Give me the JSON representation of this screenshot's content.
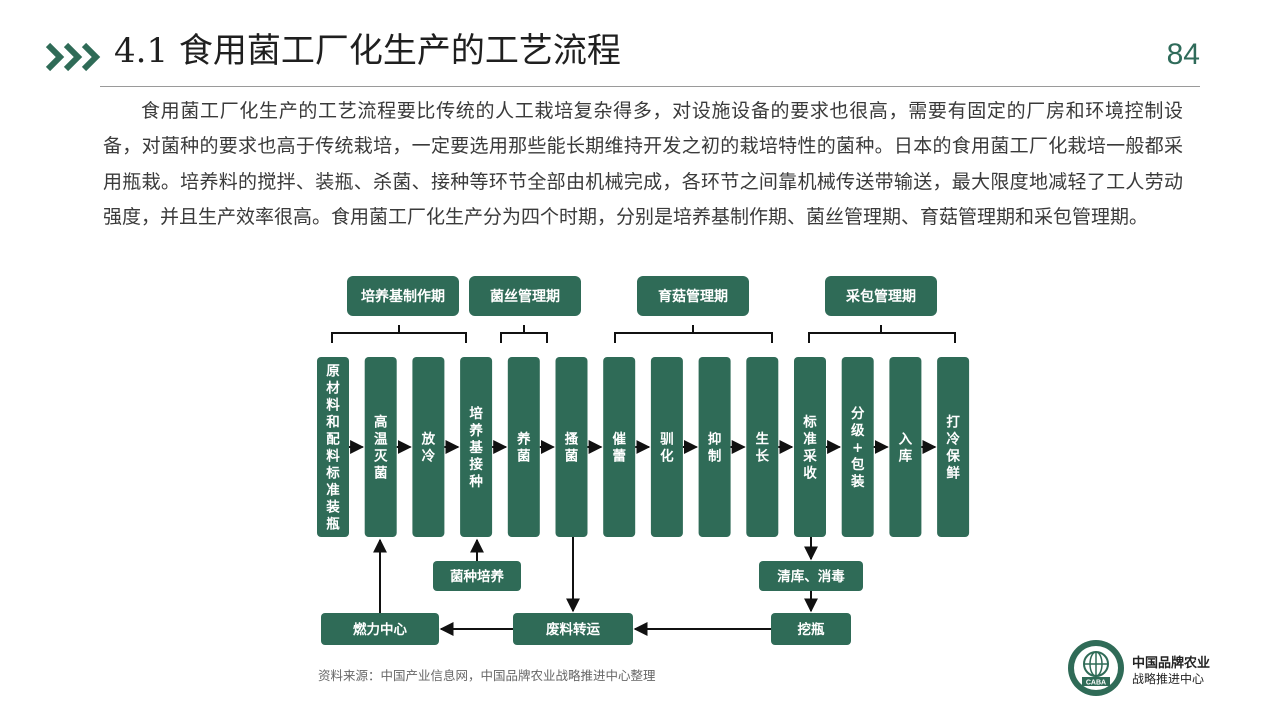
{
  "header": {
    "title": "4.1  食用菌工厂化生产的工艺流程",
    "page_number": "84"
  },
  "body": {
    "paragraph": "食用菌工厂化生产的工艺流程要比传统的人工栽培复杂得多，对设施设备的要求也很高，需要有固定的厂房和环境控制设备，对菌种的要求也高于传统栽培，一定要选用那些能长期维持开发之初的栽培特性的菌种。日本的食用菌工厂化栽培一般都采用瓶栽。培养料的搅拌、装瓶、杀菌、接种等环节全部由机械完成，各环节之间靠机械传送带输送，最大限度地减轻了工人劳动强度，并且生产效率很高。食用菌工厂化生产分为四个时期，分别是培养基制作期、菌丝管理期、育菇管理期和采包管理期。"
  },
  "diagram": {
    "stages": [
      "培养基制作期",
      "菌丝管理期",
      "育菇管理期",
      "采包管理期"
    ],
    "steps": [
      "原材料和配料标准装瓶",
      "高温灭菌",
      "放冷",
      "培养基接种",
      "养菌",
      "搔菌",
      "催蕾",
      "驯化",
      "抑制",
      "生长",
      "标准采收",
      "分级+包装",
      "入库",
      "打冷保鲜"
    ],
    "aux": {
      "strain": "菌种培养",
      "clean": "清库、消毒",
      "dig": "挖瓶",
      "waste": "废料转运",
      "fuel": "燃力中心"
    }
  },
  "footer": {
    "source": "资料来源：中国产业信息网，中国品牌农业战略推进中心整理",
    "org_line1": "中国品牌农业",
    "org_line2": "战略推进中心",
    "logo_text": "CABA"
  },
  "colors": {
    "primary": "#2f6b57",
    "accent": "#2f6b5a"
  }
}
